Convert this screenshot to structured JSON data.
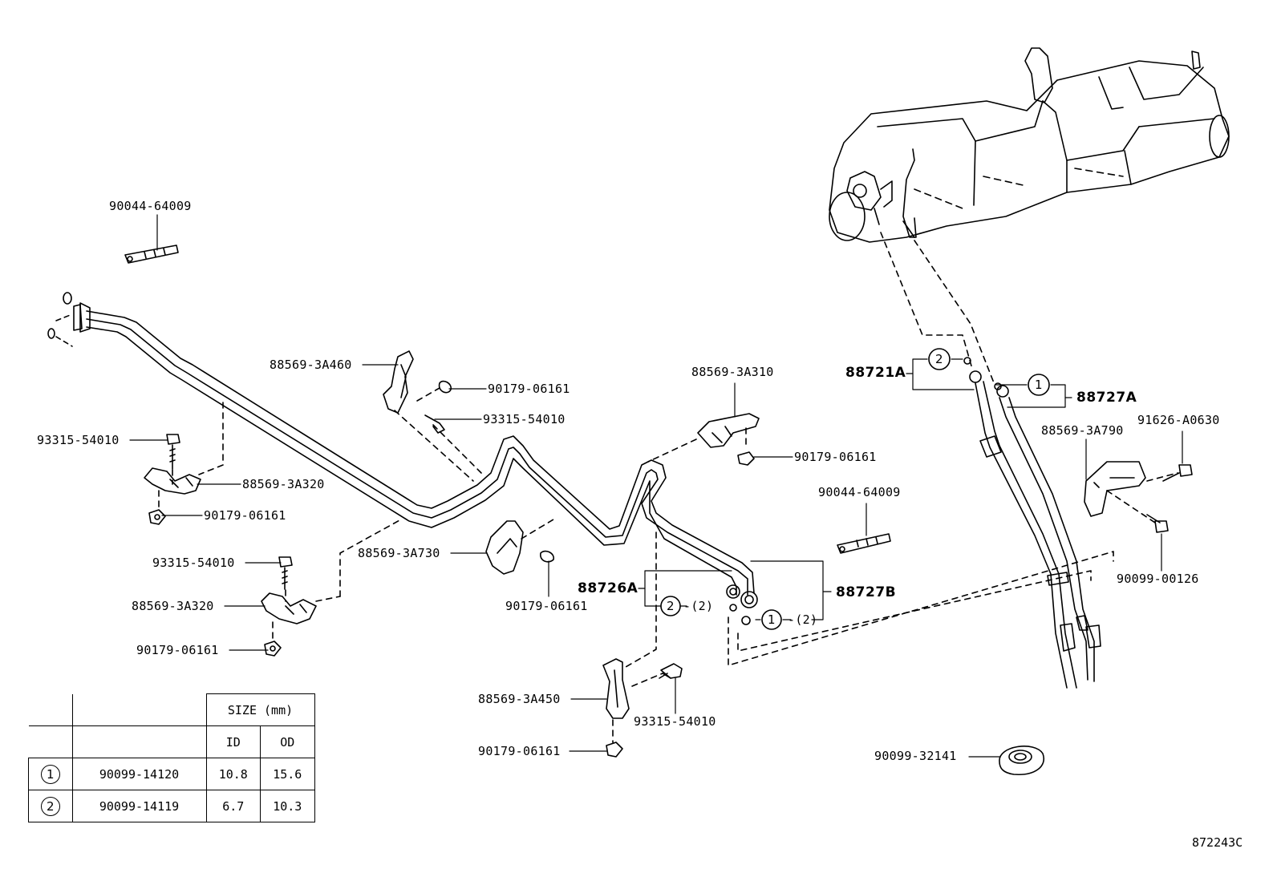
{
  "diagram_ref": "872243C",
  "part_labels": {
    "p_90044_64009_a": "90044-64009",
    "p_88569_3A460": "88569-3A460",
    "p_90179_06161_a": "90179-06161",
    "p_93315_54010_a": "93315-54010",
    "p_93315_54010_b": "93315-54010",
    "p_88569_3A320_a": "88569-3A320",
    "p_90179_06161_b": "90179-06161",
    "p_93315_54010_c": "93315-54010",
    "p_88569_3A320_b": "88569-3A320",
    "p_90179_06161_c": "90179-06161",
    "p_88569_3A310": "88569-3A310",
    "p_90179_06161_d": "90179-06161",
    "p_88569_3A730": "88569-3A730",
    "p_90179_06161_e": "90179-06161",
    "p_90044_64009_b": "90044-64009",
    "p_88569_3A790": "88569-3A790",
    "p_91626_A0630": "91626-A0630",
    "p_90099_00126": "90099-00126",
    "p_88569_3A450": "88569-3A450",
    "p_93315_54010_d": "93315-54010",
    "p_90179_06161_f": "90179-06161",
    "p_90099_32141": "90099-32141"
  },
  "assembly_labels": {
    "a_88721A": "88721A",
    "a_88727A": "88727A",
    "a_88726A": "88726A",
    "a_88727B": "88727B"
  },
  "callouts": {
    "one": "1",
    "two": "2",
    "qty2": "-(2)"
  },
  "size_table": {
    "header": "SIZE (mm)",
    "col_id": "ID",
    "col_od": "OD",
    "rows": [
      {
        "key": "1",
        "part": "90099-14120",
        "id": "10.8",
        "od": "15.6"
      },
      {
        "key": "2",
        "part": "90099-14119",
        "id": "6.7",
        "od": "10.3"
      }
    ]
  }
}
